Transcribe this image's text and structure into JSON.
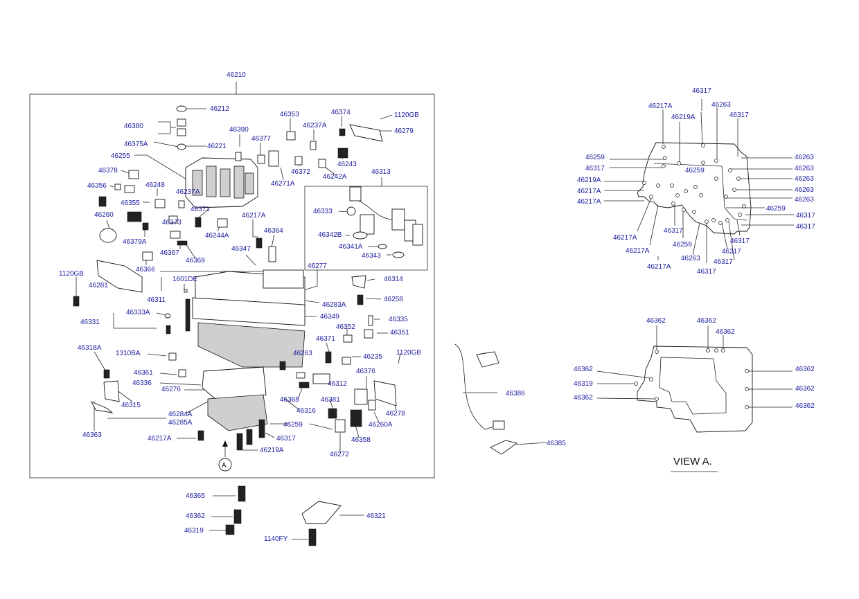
{
  "parts": {
    "p46210": "46210",
    "p46212": "46212",
    "p46380": "46380",
    "p46375A": "46375A",
    "p46221": "46221",
    "p46255": "46255",
    "p46378": "46378",
    "p46356": "46356",
    "p46355": "46355",
    "p46248": "46248",
    "p46390": "46390",
    "p46377": "46377",
    "p46353": "46353",
    "p46237A_top": "46237A",
    "p46374": "46374",
    "p1120GB_top": "1120GB",
    "p46279": "46279",
    "p46243": "46243",
    "p46372": "46372",
    "p46271A": "46271A",
    "p46242A": "46242A",
    "p46313": "46313",
    "p46333": "46333",
    "p46342B": "46342B",
    "p46341A": "46341A",
    "p46343": "46343",
    "p46237A_mid": "46237A",
    "p46260": "46260",
    "p46371_top": "46371",
    "p46373": "46373",
    "p46244A": "46244A",
    "p46217A_top": "46217A",
    "p46379A": "46379A",
    "p46367": "46367",
    "p46364": "46364",
    "p46347": "46347",
    "p46369": "46369",
    "p46366": "46366",
    "p46277": "46277",
    "p1120GB_left": "1120GB",
    "p46281": "46281",
    "p1601DE": "1601DE",
    "p46311": "46311",
    "p46283A": "46283A",
    "p46314": "46314",
    "p46258": "46258",
    "p46333A": "46333A",
    "p46349": "46349",
    "p46331": "46331",
    "p46335": "46335",
    "p46352": "46352",
    "p46351": "46351",
    "p46371_mid": "46371",
    "p46318A": "46318A",
    "p1310BA": "1310BA",
    "p46263_mid": "46263",
    "p46235": "46235",
    "p1120GB_right": "1120GB",
    "p46361": "46361",
    "p46376": "46376",
    "p46336": "46336",
    "p46312": "46312",
    "p46276": "46276",
    "p46368": "46368",
    "p46381": "46381",
    "p46315": "46315",
    "p46316": "46316",
    "p46278": "46278",
    "p46284A": "46284A",
    "p46285A": "46285A",
    "p46260A": "46260A",
    "p46259_mid": "46259",
    "p46363": "46363",
    "p46317_mid": "46317",
    "p46358": "46358",
    "p46217A_bot": "46217A",
    "p46219A_bot": "46219A",
    "p46272": "46272",
    "p46386": "46386",
    "p46385": "46385",
    "p46365": "46365",
    "p46362_bot": "46362",
    "p46321": "46321",
    "p46319_bot": "46319",
    "p1140FY": "1140FY",
    "marker_A": "A"
  },
  "viewA_top": {
    "l46317_t": "46317",
    "l46217A_t": "46217A",
    "l46263_t": "46263",
    "l46219A_t": "46219A",
    "l46317_t2": "46317",
    "l46259_l1": "46259",
    "l46317_l": "46317",
    "l46219A_l": "46219A",
    "l46217A_l1": "46217A",
    "l46217A_l2": "46217A",
    "l46259_c": "46259",
    "l46263_r1": "46263",
    "l46263_r2": "46263",
    "l46263_r3": "46263",
    "l46263_r4": "46263",
    "l46263_r5": "46263",
    "l46259_r": "46259",
    "l46317_r1": "46317",
    "l46317_r2": "46317",
    "l46217A_b1": "46217A",
    "l46217A_b2": "46217A",
    "l46217A_b3": "46217A",
    "l46317_b1": "46317",
    "l46259_b": "46259",
    "l46263_b": "46263",
    "l46317_b2": "46317",
    "l46317_b3": "46317",
    "l46317_b4": "46317",
    "l46317_b5": "46317"
  },
  "viewA_bottom": {
    "l46362_t1": "46362",
    "l46362_t2": "46362",
    "l46362_t3": "46362",
    "l46362_l1": "46362",
    "l46319_l": "46319",
    "l46362_l2": "46362",
    "l46362_r1": "46362",
    "l46362_r2": "46362",
    "l46362_r3": "46362"
  },
  "caption": "VIEW A."
}
